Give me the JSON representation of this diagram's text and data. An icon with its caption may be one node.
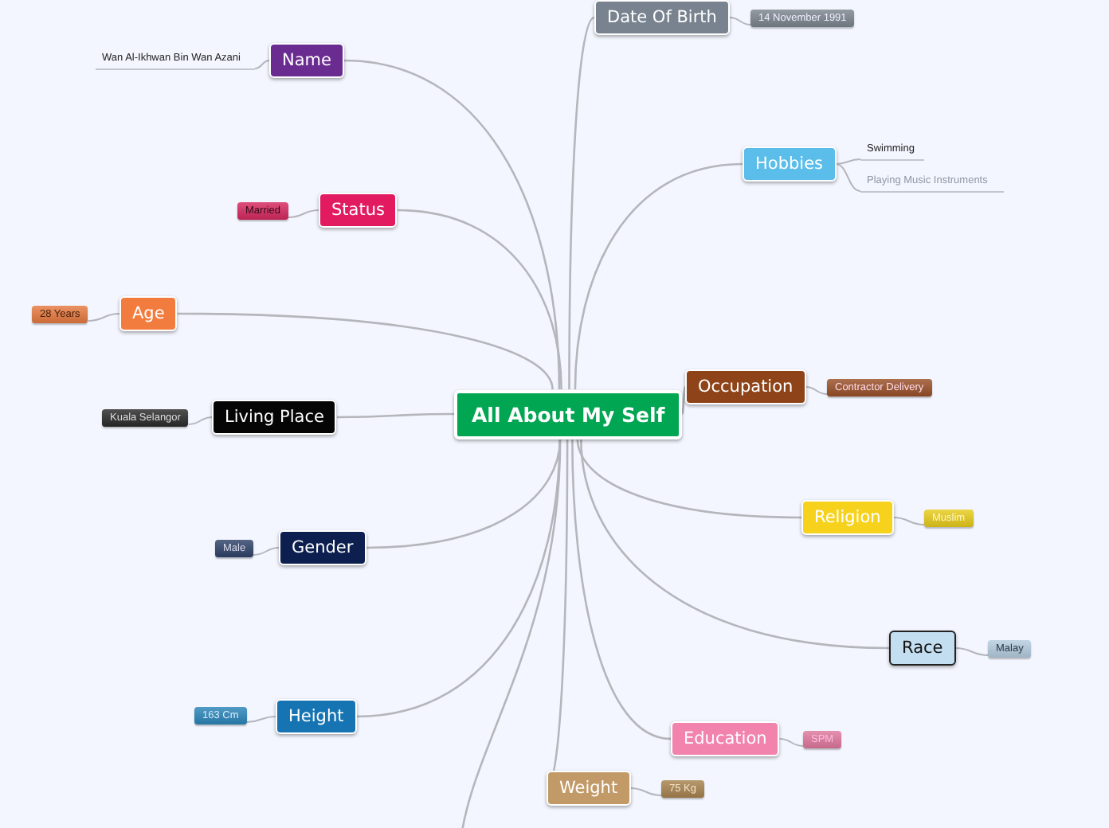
{
  "diagram": {
    "nodes": [
      {
        "text": [
          "All About My Self"
        ]
      },
      {
        "text": [
          "Date Of Birth"
        ]
      },
      {
        "text": [
          "14 November 1991"
        ]
      },
      {
        "text": [
          "Name"
        ]
      },
      {
        "text": [
          "Wan Al-Ikhwan Bin Wan Azani"
        ]
      },
      {
        "text": [
          "Hobbies"
        ]
      },
      {
        "text": [
          "Swimming"
        ]
      },
      {
        "text": [
          "Playing Music Instruments"
        ]
      },
      {
        "text": [
          "Status"
        ]
      },
      {
        "text": [
          "Married"
        ]
      },
      {
        "text": [
          "Age"
        ]
      },
      {
        "text": [
          "28 Years"
        ]
      },
      {
        "text": [
          "Living Place"
        ]
      },
      {
        "text": [
          "Kuala Selangor"
        ]
      },
      {
        "text": [
          "Occupation"
        ]
      },
      {
        "text": [
          "Contractor Delivery"
        ]
      },
      {
        "text": [
          "Religion"
        ]
      },
      {
        "text": [
          "Muslim"
        ]
      },
      {
        "text": [
          "Gender"
        ]
      },
      {
        "text": [
          "Male"
        ]
      },
      {
        "text": [
          "Race"
        ]
      },
      {
        "text": [
          "Malay"
        ]
      },
      {
        "text": [
          "Height"
        ]
      },
      {
        "text": [
          "163 Cm"
        ]
      },
      {
        "text": [
          "Education"
        ]
      },
      {
        "text": [
          "SPM"
        ]
      },
      {
        "text": [
          "Weight"
        ]
      },
      {
        "text": [
          "75 Kg"
        ]
      }
    ],
    "edges": [
      {
        "from": 0,
        "to": 1,
        "arrow": "none"
      },
      {
        "from": 0,
        "to": 3,
        "arrow": "none"
      },
      {
        "from": 0,
        "to": 5,
        "arrow": "none"
      },
      {
        "from": 0,
        "to": 8,
        "arrow": "none"
      },
      {
        "from": 0,
        "to": 10,
        "arrow": "none"
      },
      {
        "from": 0,
        "to": 12,
        "arrow": "none"
      },
      {
        "from": 0,
        "to": 14,
        "arrow": "none"
      },
      {
        "from": 0,
        "to": 16,
        "arrow": "none"
      },
      {
        "from": 0,
        "to": 18,
        "arrow": "none"
      },
      {
        "from": 0,
        "to": 20,
        "arrow": "none"
      },
      {
        "from": 0,
        "to": 22,
        "arrow": "none"
      },
      {
        "from": 0,
        "to": 24,
        "arrow": "none"
      },
      {
        "from": 0,
        "to": 26,
        "arrow": "none"
      },
      {
        "from": 0,
        "to": null,
        "arrow": "none"
      },
      {
        "from": 1,
        "to": 2,
        "arrow": "none"
      },
      {
        "from": 3,
        "to": 4,
        "arrow": "none"
      },
      {
        "from": 5,
        "to": 6,
        "arrow": "none"
      },
      {
        "from": 5,
        "to": 7,
        "arrow": "none"
      },
      {
        "from": 8,
        "to": 9,
        "arrow": "none"
      },
      {
        "from": 10,
        "to": 11,
        "arrow": "none"
      },
      {
        "from": 12,
        "to": 13,
        "arrow": "none"
      },
      {
        "from": 14,
        "to": 15,
        "arrow": "none"
      },
      {
        "from": 16,
        "to": 17,
        "arrow": "none"
      },
      {
        "from": 18,
        "to": 19,
        "arrow": "none"
      },
      {
        "from": 20,
        "to": 21,
        "arrow": "none"
      },
      {
        "from": 22,
        "to": 23,
        "arrow": "none"
      },
      {
        "from": 24,
        "to": 25,
        "arrow": "none"
      },
      {
        "from": 26,
        "to": 27,
        "arrow": "none"
      }
    ]
  }
}
